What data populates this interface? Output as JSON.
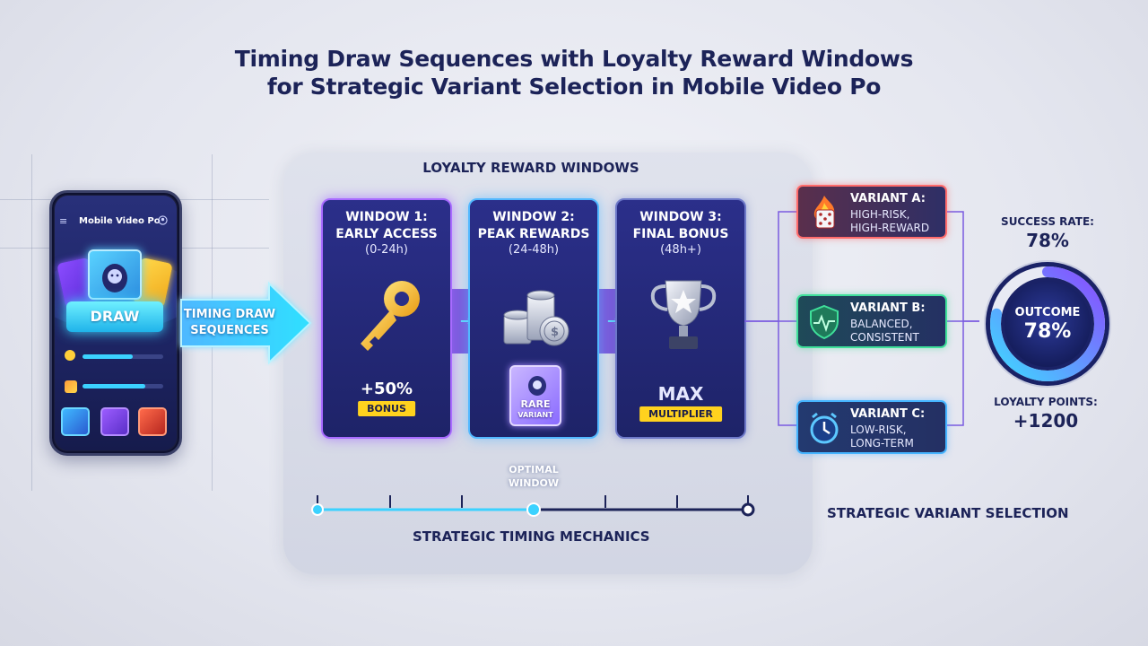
{
  "title": {
    "line1": "Timing Draw Sequences with Loyalty Reward Windows",
    "line2": "for Strategic Variant Selection in Mobile Video Po"
  },
  "phone": {
    "app_title": "Mobile Video Po",
    "menu_icon": "hamburger-icon",
    "user_icon": "user-icon",
    "draw_label": "DRAW",
    "progress": [
      0.62,
      0.78
    ]
  },
  "flow_arrow": {
    "label_line1": "TIMING DRAW",
    "label_line2": "SEQUENCES"
  },
  "reward_windows": {
    "heading": "LOYALTY REWARD WINDOWS",
    "windows": [
      {
        "title_line1": "WINDOW 1:",
        "title_line2": "EARLY ACCESS",
        "range": "(0-24h)",
        "icon": "key-icon",
        "big": "+50%",
        "tag": "BONUS"
      },
      {
        "title_line1": "WINDOW 2:",
        "title_line2": "PEAK REWARDS",
        "range": "(24-48h)",
        "icon": "coins-icon",
        "card_line1": "RARE",
        "card_line2": "VARIANT"
      },
      {
        "title_line1": "WINDOW 3:",
        "title_line2": "FINAL BONUS",
        "range": "(48h+)",
        "icon": "trophy-icon",
        "big": "MAX",
        "tag": "MULTIPLIER"
      }
    ]
  },
  "timeline": {
    "optimal_line1": "OPTIMAL",
    "optimal_line2": "WINDOW",
    "label": "STRATEGIC TIMING MECHANICS"
  },
  "variants": {
    "items": [
      {
        "title": "VARIANT A:",
        "desc_line1": "HIGH-RISK,",
        "desc_line2": "HIGH-REWARD",
        "icon": "fire-dice-icon",
        "color": "#ff6b6b"
      },
      {
        "title": "VARIANT B:",
        "desc_line1": "BALANCED,",
        "desc_line2": "CONSISTENT",
        "icon": "shield-pulse-icon",
        "color": "#3fe09a"
      },
      {
        "title": "VARIANT C:",
        "desc_line1": "LOW-RISK,",
        "desc_line2": "LONG-TERM",
        "icon": "alarm-clock-icon",
        "color": "#45b4ff"
      }
    ],
    "label": "STRATEGIC VARIANT SELECTION"
  },
  "outcome": {
    "success_label": "SUCCESS RATE:",
    "success_value": "78%",
    "ring_label": "OUTCOME",
    "ring_value": "78%",
    "ring_fraction": 0.78,
    "loyalty_label": "LOYALTY POINTS:",
    "loyalty_value": "+1200"
  }
}
